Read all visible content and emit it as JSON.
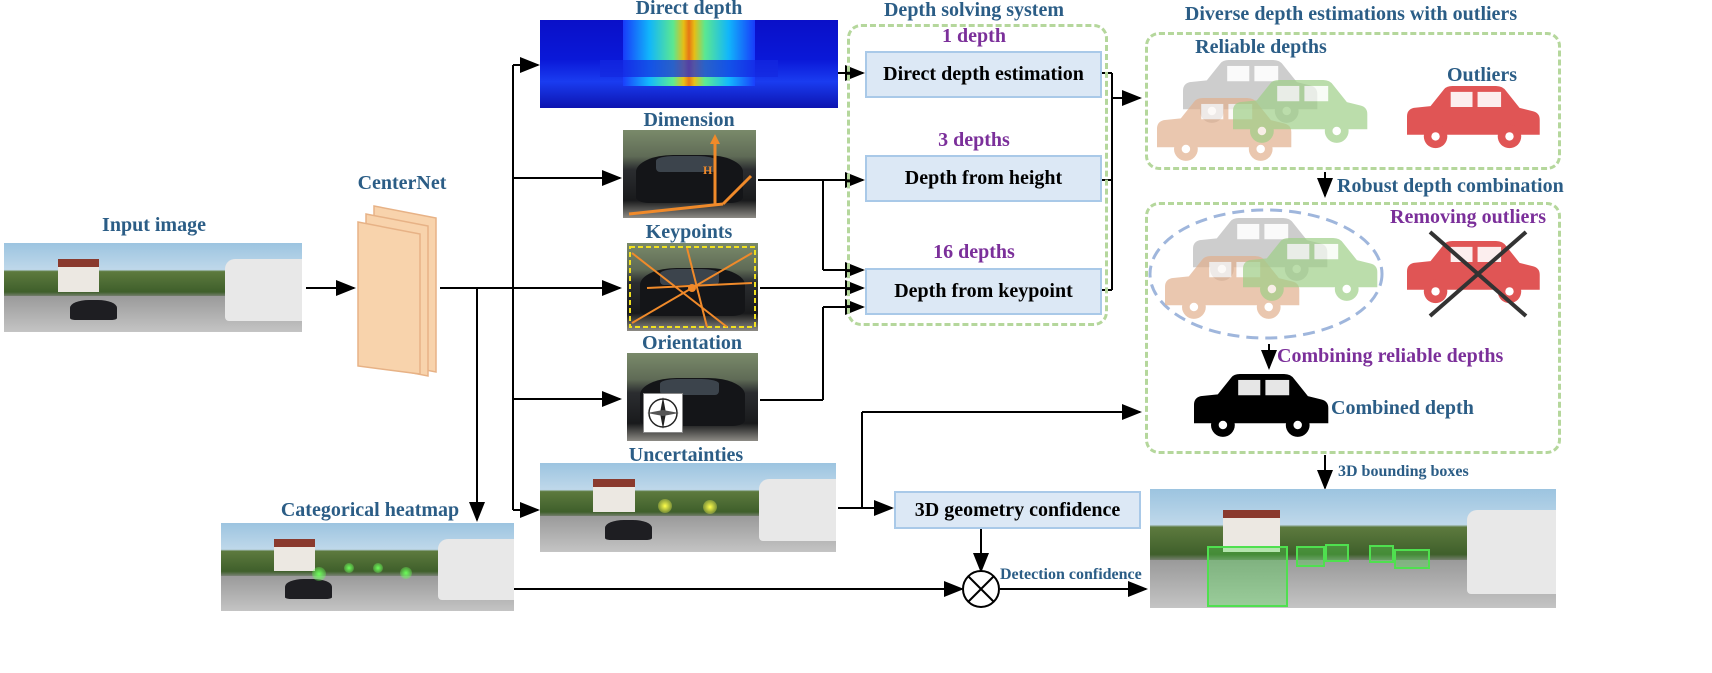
{
  "colors": {
    "label_blue": "#2b5d86",
    "label_purple": "#7b2f9a",
    "box_fill": "#dce8f5",
    "box_border": "#a9c9e8",
    "dash_green": "#b5d79c",
    "ellipse_dash": "#9fb6dc",
    "car_gray": "#b8b8b8",
    "car_tan": "#e2b08e",
    "car_green": "#9fcf88",
    "car_red": "#e05555",
    "car_black": "#000000",
    "centernet_fill": "#f8d3ac",
    "box3d_green": "#4fe04f"
  },
  "labels": {
    "input_image": "Input image",
    "centernet": "CenterNet",
    "categorical_heatmap": "Categorical heatmap",
    "direct_depth": "Direct depth",
    "dimension": "Dimension",
    "keypoints": "Keypoints",
    "orientation": "Orientation",
    "uncertainties": "Uncertainties",
    "depth_solving_system": "Depth solving system",
    "one_depth": "1 depth",
    "three_depths": "3 depths",
    "sixteen_depths": "16 depths",
    "diverse_depth": "Diverse depth estimations with outliers",
    "reliable_depths": "Reliable depths",
    "outliers": "Outliers",
    "robust_depth_combination": "Robust depth combination",
    "removing_outliers": "Removing outliers",
    "combining_reliable_depths": "Combining reliable depths",
    "combined_depth": "Combined depth",
    "bounding_boxes_3d": "3D bounding boxes",
    "detection_confidence": "Detection confidence",
    "dimension_h": "H"
  },
  "boxes": {
    "direct_depth_estimation": "Direct depth estimation",
    "depth_from_height": "Depth from height",
    "depth_from_keypoint": "Depth from keypoint",
    "geometry_confidence": "3D geometry confidence"
  },
  "icons": {
    "compass": "compass-icon",
    "multiply": "multiply-circle-icon",
    "car": "car-icon"
  }
}
